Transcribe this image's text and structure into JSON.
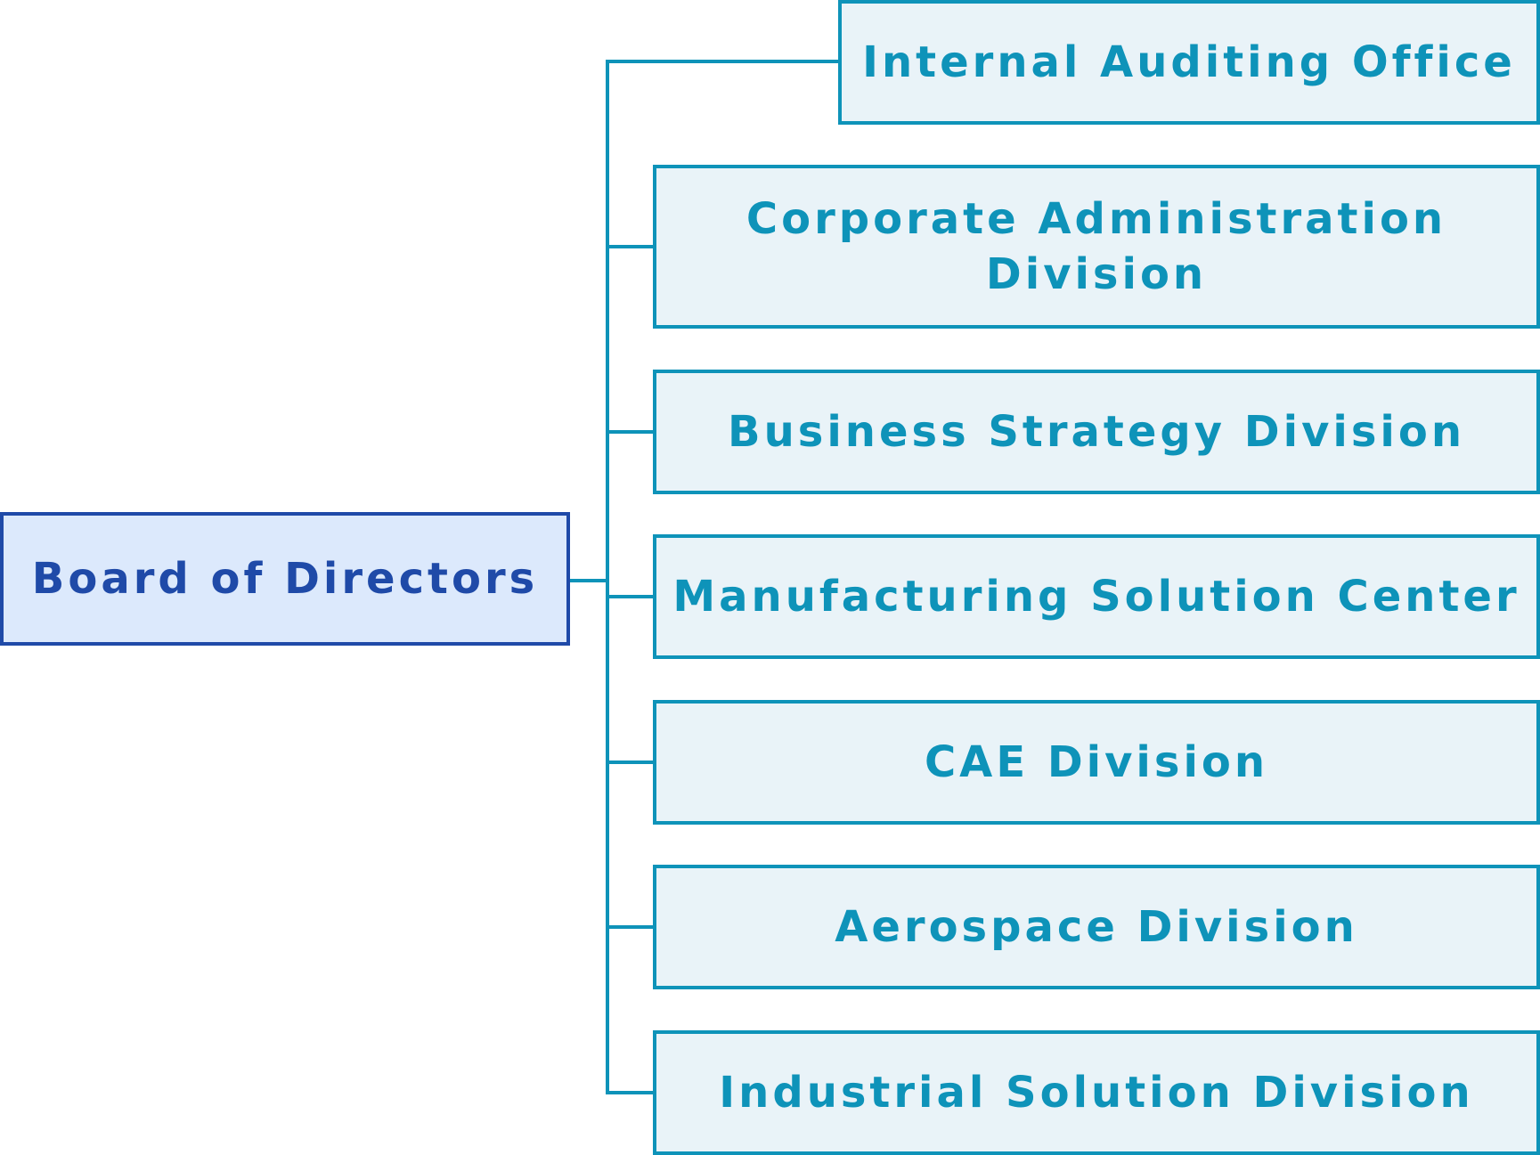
{
  "diagram": {
    "root": {
      "label": "Board of Directors"
    },
    "units": [
      {
        "label": "Internal Auditing Office"
      },
      {
        "label": "Corporate Administration\nDivision"
      },
      {
        "label": "Business Strategy Division"
      },
      {
        "label": "Manufacturing Solution Center"
      },
      {
        "label": "CAE Division"
      },
      {
        "label": "Aerospace Division"
      },
      {
        "label": "Industrial Solution Division"
      }
    ],
    "colors": {
      "root_border": "#1f4aa8",
      "root_fill": "#dce9fc",
      "unit_border": "#0e93b9",
      "unit_fill": "#e9f3f8"
    }
  }
}
